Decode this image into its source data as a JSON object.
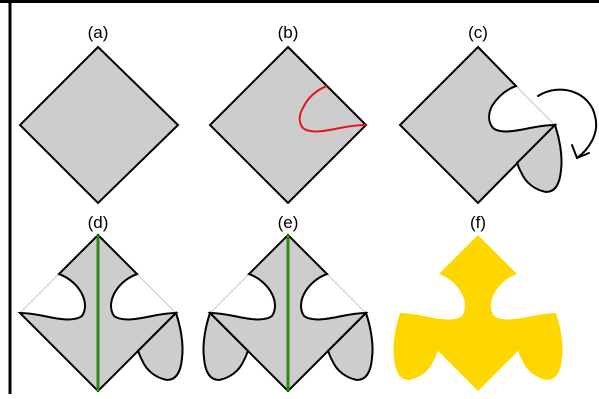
{
  "panels": [
    {
      "id": "a",
      "label": "(a)"
    },
    {
      "id": "b",
      "label": "(b)"
    },
    {
      "id": "c",
      "label": "(c)"
    },
    {
      "id": "d",
      "label": "(d)"
    },
    {
      "id": "e",
      "label": "(e)"
    },
    {
      "id": "f",
      "label": "(f)"
    }
  ],
  "colors": {
    "tile_fill": "#cdcdcd",
    "outline": "#000000",
    "cut_curve": "#e8141c",
    "diagonal": "#2e8a12",
    "guide": "#c8c8c8",
    "final_fill": "#ffd700",
    "frame": "#000000"
  },
  "icons": {
    "rotation_arrow": "curved-arrow-icon"
  }
}
